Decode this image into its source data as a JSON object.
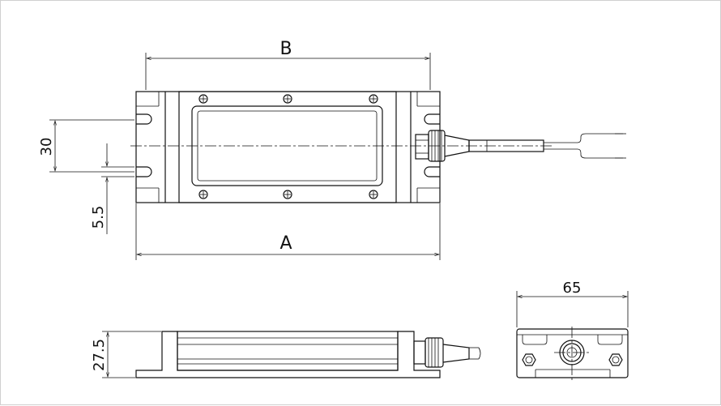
{
  "labels": {
    "dim_b": "B",
    "dim_a": "A",
    "dim_30": "30",
    "dim_5_5": "5.5",
    "dim_65": "65",
    "dim_27_5": "27.5"
  }
}
